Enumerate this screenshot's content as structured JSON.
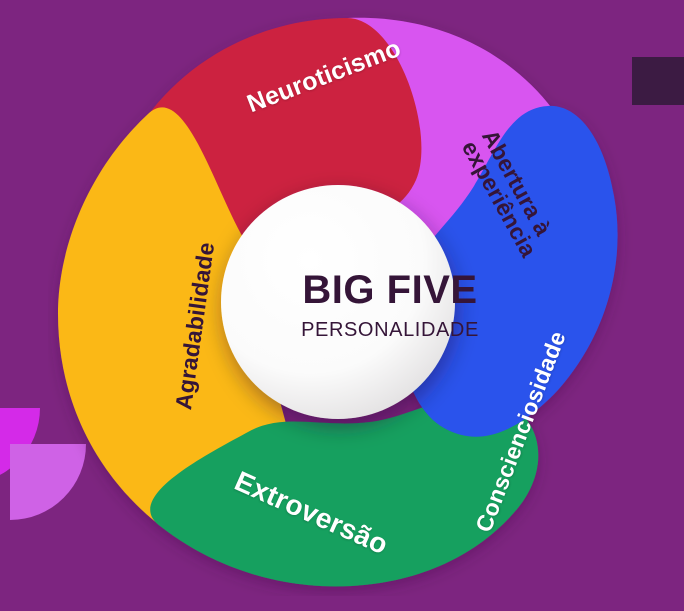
{
  "graphic": {
    "kind": "big-five-personality-wheel",
    "background_color": "#7d2580",
    "center": {
      "title": "BIG FIVE",
      "subtitle": "PERSONALIDADE",
      "fill": "#ffffff",
      "text_color": "#351538"
    },
    "traits": [
      {
        "id": "neuroticismo",
        "label": "Neuroticismo",
        "color": "#cc2340",
        "text_color": "#ffffff"
      },
      {
        "id": "abertura",
        "label": "Abertura à\nexperiência",
        "color": "#d855f0",
        "text_color": "#351538"
      },
      {
        "id": "conscienciosidade",
        "label": "Conscienciosidade",
        "color": "#2b52ec",
        "text_color": "#ffffff"
      },
      {
        "id": "extroversao",
        "label": "Extroversão",
        "color": "#12a05e",
        "text_color": "#ffffff"
      },
      {
        "id": "agradabilidade",
        "label": "Agradabilidade",
        "color": "#fbb813",
        "text_color": "#351538"
      }
    ],
    "decorations": [
      {
        "id": "top-right-square",
        "color": "#3c1b43"
      },
      {
        "id": "bottom-left-quarter-bright",
        "color": "#d42ae8"
      },
      {
        "id": "bottom-left-quarter-soft",
        "color": "#cf62e6"
      }
    ]
  }
}
